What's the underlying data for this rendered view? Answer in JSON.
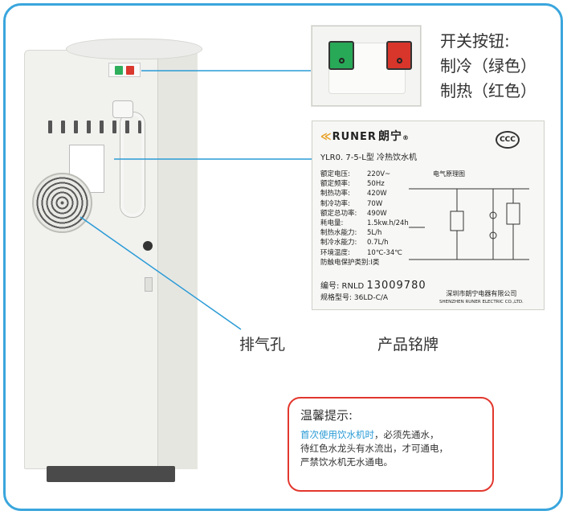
{
  "switch_callout": {
    "title": "开关按钮:",
    "cool": "制冷（绿色）",
    "heat": "制热（红色）"
  },
  "nameplate": {
    "brand_en": "RUNER",
    "brand_cn": "朗宁",
    "cert": "CCC",
    "model": "YLR0. 7-5-L型  冷热饮水机",
    "specs": [
      {
        "k": "额定电压:",
        "v": "220V~"
      },
      {
        "k": "额定频率:",
        "v": "50Hz"
      },
      {
        "k": "制热功率:",
        "v": "420W"
      },
      {
        "k": "制冷功率:",
        "v": "70W"
      },
      {
        "k": "额定总功率:",
        "v": "490W"
      },
      {
        "k": "耗电量:",
        "v": "1.5kw.h/24h"
      },
      {
        "k": "制热水能力:",
        "v": "5L/h"
      },
      {
        "k": "制冷水能力:",
        "v": "0.7L/h"
      },
      {
        "k": "环境温度:",
        "v": "10℃-34℃"
      },
      {
        "k": "防触电保护类别:",
        "v": "I类"
      }
    ],
    "circuit_title": "电气原理图",
    "serial_label": "编号: RNLD",
    "serial_num": "13009780",
    "spec_no_label": "规格型号:",
    "spec_no": "36LD-C/A",
    "company_cn": "深圳市朗宁电器有限公司",
    "company_en": "SHENZHEN RUNER ELECTRIC CO.,LTD."
  },
  "captions": {
    "vent": "排气孔",
    "plate": "产品铭牌"
  },
  "tip": {
    "title": "温馨提示:",
    "line1_hl": "首次使用饮水机时",
    "line1_rest": "，必须先通水，",
    "line2": "待红色水龙头有水流出，才可通电，",
    "line3": "严禁饮水机无水通电。"
  },
  "colors": {
    "frame": "#3aa6dd",
    "tip_border": "#e2372d",
    "switch_green": "#28a957",
    "switch_red": "#d8352b",
    "highlight": "#2a9bd6"
  }
}
